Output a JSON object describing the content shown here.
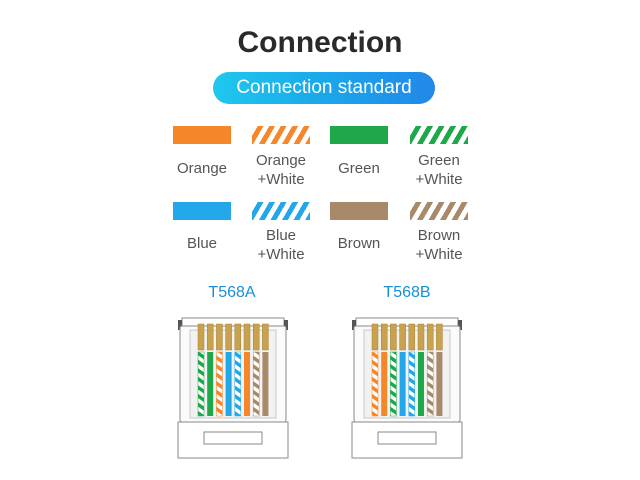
{
  "title": "Connection",
  "subtitle": "Connection standard",
  "legend": [
    {
      "label_line1": "Orange",
      "label_line2": "",
      "color": "#f5862a",
      "striped": false,
      "icon": "solid-swatch"
    },
    {
      "label_line1": "Orange",
      "label_line2": "+White",
      "color": "#f5862a",
      "striped": true,
      "icon": "striped-swatch"
    },
    {
      "label_line1": "Green",
      "label_line2": "",
      "color": "#1ea84a",
      "striped": false,
      "icon": "solid-swatch"
    },
    {
      "label_line1": "Green",
      "label_line2": "+White",
      "color": "#1ea84a",
      "striped": true,
      "icon": "striped-swatch"
    },
    {
      "label_line1": "Blue",
      "label_line2": "",
      "color": "#24a7e8",
      "striped": false,
      "icon": "solid-swatch"
    },
    {
      "label_line1": "Blue",
      "label_line2": "+White",
      "color": "#24a7e8",
      "striped": true,
      "icon": "striped-swatch"
    },
    {
      "label_line1": "Brown",
      "label_line2": "",
      "color": "#a88a6a",
      "striped": false,
      "icon": "solid-swatch"
    },
    {
      "label_line1": "Brown",
      "label_line2": "+White",
      "color": "#a88a6a",
      "striped": true,
      "icon": "striped-swatch"
    }
  ],
  "standards": [
    {
      "name": "T568A",
      "wires": [
        "green-white",
        "green",
        "orange-white",
        "blue",
        "blue-white",
        "orange",
        "brown-white",
        "brown"
      ]
    },
    {
      "name": "T568B",
      "wires": [
        "orange-white",
        "orange",
        "green-white",
        "blue",
        "blue-white",
        "green",
        "brown-white",
        "brown"
      ]
    }
  ],
  "colors": {
    "orange": "#f5862a",
    "green": "#1ea84a",
    "blue": "#24a7e8",
    "brown": "#a88a6a",
    "pin": "#c9a24e",
    "accent": "#1a8fd8"
  }
}
